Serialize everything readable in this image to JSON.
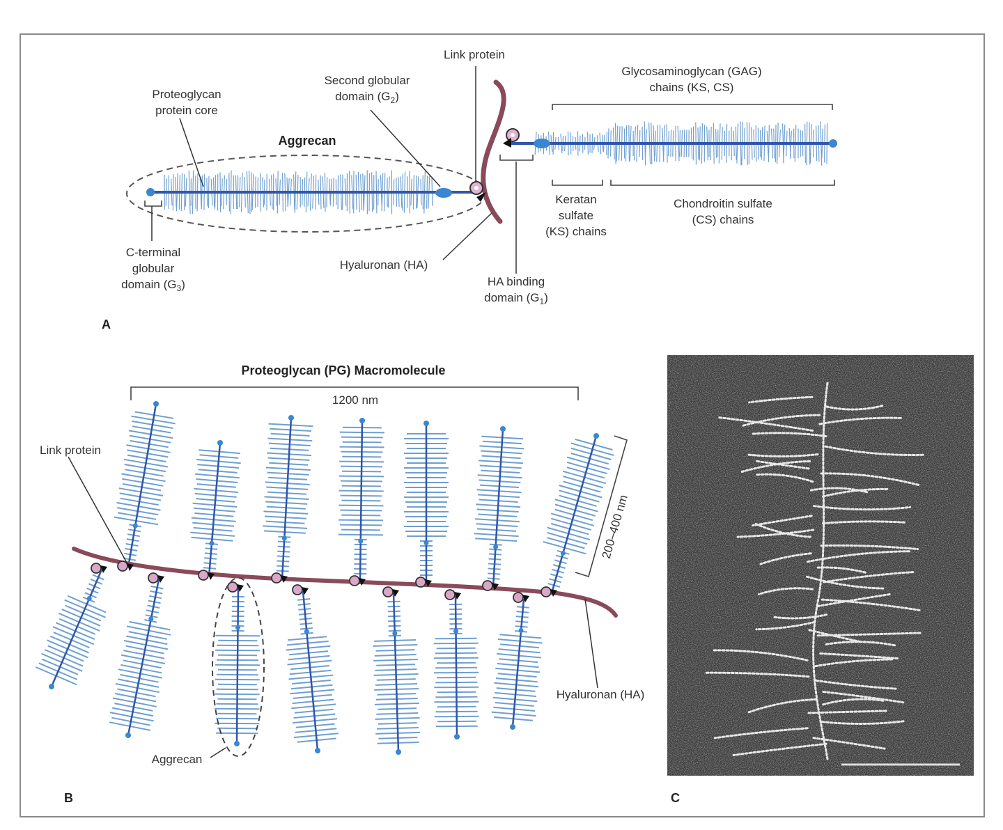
{
  "panel_a": {
    "panel_label": "A",
    "aggrecan_title": "Aggrecan",
    "core_label": [
      "Proteoglycan",
      "protein core"
    ],
    "g2_label": [
      "Second globular",
      "domain (G",
      "2",
      ")"
    ],
    "link_label": "Link protein",
    "gag_label": [
      "Glycosaminoglycan (GAG)",
      "chains (KS, CS)"
    ],
    "keratan_label": [
      "Keratan",
      "sulfate",
      "(KS) chains"
    ],
    "chondroitin_label": [
      "Chondroitin sulfate",
      "(CS) chains"
    ],
    "g3_label": [
      "C-terminal",
      "globular",
      "domain (G",
      "3",
      ")"
    ],
    "ha_label": "Hyaluronan (HA)",
    "g1_label": [
      "HA binding",
      "domain (G",
      "1",
      ")"
    ]
  },
  "panel_b": {
    "panel_label": "B",
    "title": "Proteoglycan (PG) Macromolecule",
    "length_label": "1200 nm",
    "width_label": "200–400 nm",
    "link_label": "Link protein",
    "aggrecan_label": "Aggrecan",
    "ha_label": "Hyaluronan (HA)"
  },
  "panel_c": {
    "panel_label": "C"
  },
  "colors": {
    "gag_blue": "#6f9fd0",
    "core_blue": "#2f56a8",
    "hyaluronan": "#8a4a5a",
    "link_protein": "#d9a8c8"
  }
}
